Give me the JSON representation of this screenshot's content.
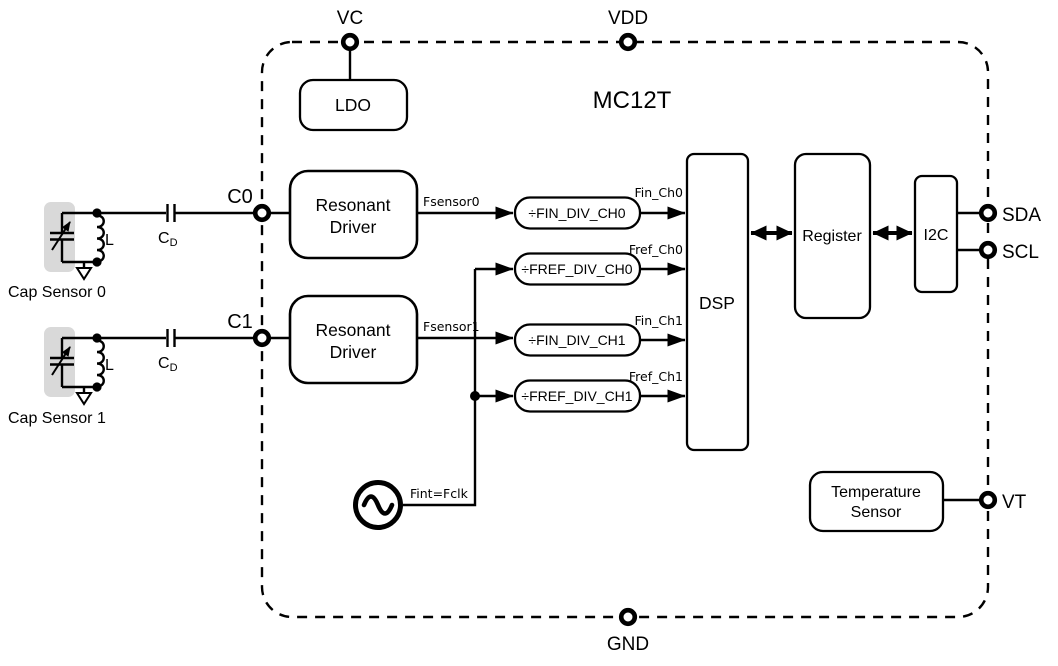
{
  "diagram": {
    "chip_title": "MC12T"
  },
  "pins": {
    "vc": "VC",
    "vdd": "VDD",
    "gnd": "GND",
    "c0": "C0",
    "c1": "C1",
    "sda": "SDA",
    "scl": "SCL",
    "vt": "VT"
  },
  "blocks": {
    "ldo": "LDO",
    "driver0_line1": "Resonant",
    "driver0_line2": "Driver",
    "driver1_line1": "Resonant",
    "driver1_line2": "Driver",
    "fin_div_ch0": "÷FIN_DIV_CH0",
    "fref_div_ch0": "÷FREF_DIV_CH0",
    "fin_div_ch1": "÷FIN_DIV_CH1",
    "fref_div_ch1": "÷FREF_DIV_CH1",
    "dsp": "DSP",
    "register": "Register",
    "i2c": "I2C",
    "temp_line1": "Temperature",
    "temp_line2": "Sensor"
  },
  "signals": {
    "fsensor0": "Fsensor0",
    "fsensor1": "Fsensor1",
    "fin_ch0": "Fin_Ch0",
    "fref_ch0": "Fref_Ch0",
    "fin_ch1": "Fin_Ch1",
    "fref_ch1": "Fref_Ch1",
    "fint": "Fint=Fclk"
  },
  "sensors": {
    "sensor0": {
      "label": "Cap Sensor 0",
      "inductor": "L",
      "cap": "C",
      "cap_sub": "D"
    },
    "sensor1": {
      "label": "Cap Sensor 1",
      "inductor": "L",
      "cap": "C",
      "cap_sub": "D"
    }
  },
  "colors": {
    "ink": "#000000",
    "background": "#ffffff",
    "sensor_highlight": "#d9d9d9"
  }
}
